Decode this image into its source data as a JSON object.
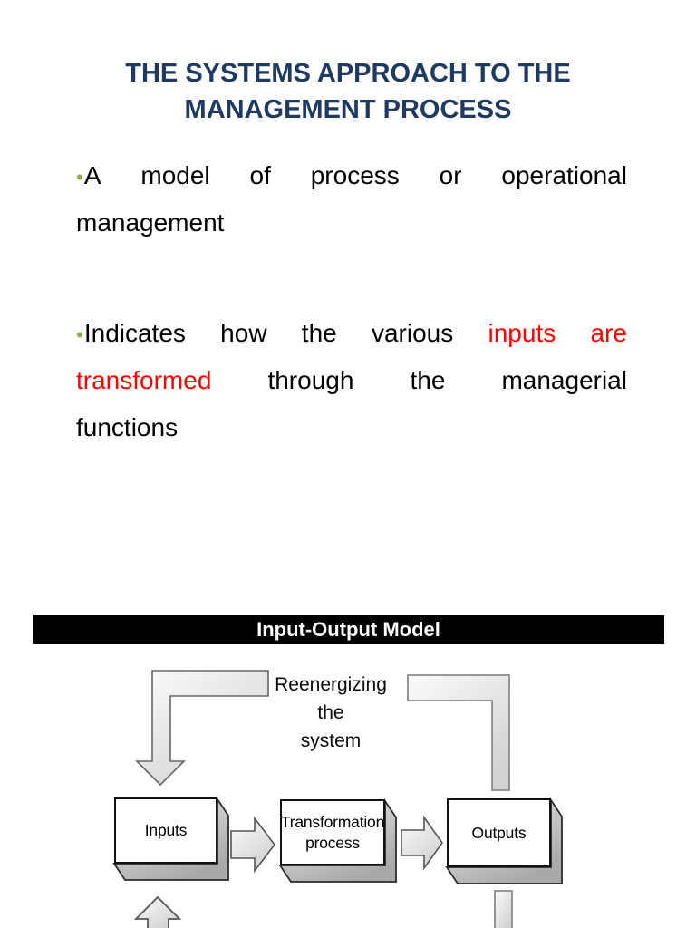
{
  "slide": {
    "title": {
      "line1": "THE SYSTEMS APPROACH TO THE",
      "line2": "MANAGEMENT PROCESS",
      "color": "#1F3A60"
    },
    "text_color": "#000000",
    "accent_red": "#FF0000",
    "bullet_marker_color": "#8CB04A",
    "bullets": [
      {
        "text": "A model of process or operational management",
        "lines": [
          {
            "justify": true,
            "words": [
              {
                "text": "A",
                "bullet": true
              },
              {
                "text": "model"
              },
              {
                "text": "of"
              },
              {
                "text": "process"
              },
              {
                "text": "or"
              },
              {
                "text": "operational"
              }
            ]
          },
          {
            "justify": false,
            "words": [
              {
                "text": "management"
              }
            ]
          }
        ]
      },
      {
        "text": "Indicates how the various inputs are transformed through the managerial functions",
        "lines": [
          {
            "justify": true,
            "words": [
              {
                "text": "Indicates",
                "bullet": true
              },
              {
                "text": "how"
              },
              {
                "text": "the"
              },
              {
                "text": "various"
              },
              {
                "text": "inputs",
                "color": "#FF0000"
              },
              {
                "text": "are",
                "color": "#FF0000"
              }
            ]
          },
          {
            "justify": true,
            "words": [
              {
                "text": "transformed",
                "color": "#FF0000"
              },
              {
                "text": "through"
              },
              {
                "text": "the"
              },
              {
                "text": "managerial"
              }
            ]
          },
          {
            "justify": false,
            "words": [
              {
                "text": "functions"
              }
            ]
          }
        ]
      }
    ]
  },
  "diagram": {
    "header": {
      "label": "Input-Output Model",
      "bg": "#000000",
      "text_color": "#FFFFFF"
    },
    "feedback_label": {
      "line1": "Reenergizing the",
      "line2": "system"
    },
    "boxes": [
      {
        "id": "inputs",
        "label": "Inputs"
      },
      {
        "id": "transformation",
        "label": "Transformation process"
      },
      {
        "id": "outputs",
        "label": "Outputs"
      }
    ]
  }
}
